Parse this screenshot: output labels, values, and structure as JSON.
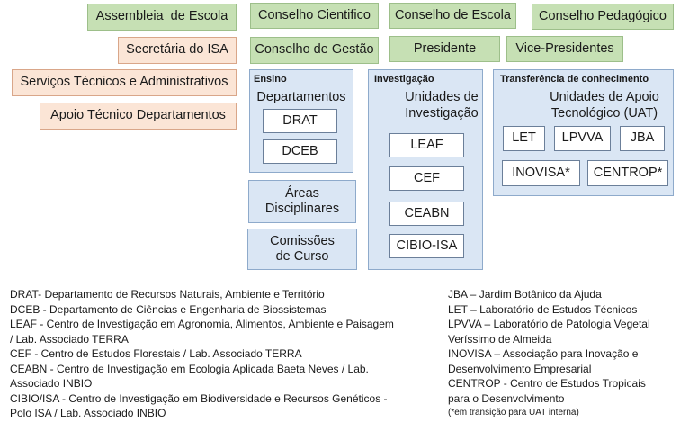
{
  "top": {
    "assembleia": "Assembleia  de Escola",
    "conselho_cientifico": "Conselho Cientifico",
    "conselho_escola": "Conselho de Escola",
    "conselho_pedagogico": "Conselho Pedagógico",
    "secretaria": "Secretária do ISA",
    "conselho_gestao": "Conselho de Gestão",
    "presidente": "Presidente",
    "vice_presidentes": "Vice-Presidentes",
    "servicos": "Serviços Técnicos e Administrativos",
    "apoio": "Apoio Técnico Departamentos"
  },
  "ensino": {
    "title": "Ensino",
    "subtitle": "Departamentos",
    "items": [
      "DRAT",
      "DCEB"
    ],
    "areas": "Áreas Disciplinares",
    "comissoes": "Comissões de Curso"
  },
  "investigacao": {
    "title": "Investigação",
    "subtitle": "Unidades de Investigação",
    "items": [
      "LEAF",
      "CEF",
      "CEABN",
      "CIBIO-ISA"
    ]
  },
  "transferencia": {
    "title": "Transferência de conhecimento",
    "subtitle": "Unidades de Apoio Tecnológico (UAT)",
    "items": [
      "LET",
      "LPVVA",
      "JBA",
      "INOVISA*",
      "CENTROP*"
    ]
  },
  "legend_left": [
    "DRAT- Departamento de Recursos Naturais, Ambiente e Território",
    "DCEB - Departamento de Ciências e Engenharia de Biossistemas",
    "LEAF - Centro de Investigação em Agronomia, Alimentos, Ambiente e Paisagem",
    "/ Lab. Associado TERRA",
    "CEF - Centro de Estudos Florestais / Lab. Associado TERRA",
    "CEABN - Centro de Investigação em Ecologia Aplicada Baeta Neves / Lab.",
    "Associado INBIO",
    "CIBIO/ISA - Centro de Investigação em Biodiversidade e Recursos Genéticos -",
    "Polo ISA / Lab. Associado INBIO"
  ],
  "legend_right": [
    "JBA – Jardim Botânico da Ajuda",
    "LET – Laboratório de Estudos Técnicos",
    "LPVVA – Laboratório de Patologia Vegetal",
    "Veríssimo de Almeida",
    "INOVISA – Associação para Inovação e",
    "Desenvolvimento Empresarial",
    "CENTROP -  Centro de Estudos Tropicais",
    "para o Desenvolvimento"
  ],
  "legend_note": "(*em transição para UAT interna)"
}
